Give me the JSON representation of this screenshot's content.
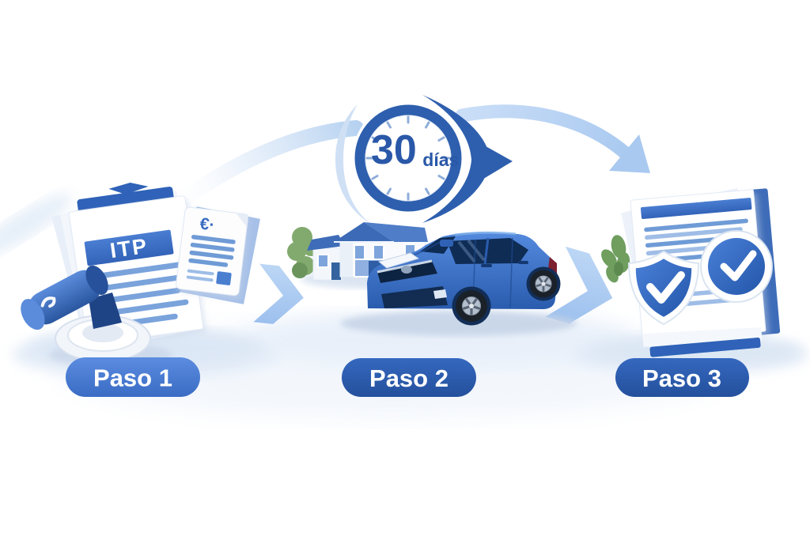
{
  "illustration": {
    "clock": {
      "value": "30",
      "unit": "días"
    },
    "steps": [
      {
        "label": "Paso 1",
        "document_text": "ITP",
        "euro_text": "€·",
        "icons": [
          "stamp-icon",
          "itp-document-icon",
          "euro-document-icon"
        ]
      },
      {
        "label": "Paso 2",
        "icons": [
          "house-icon",
          "car-icon",
          "bush-icon"
        ]
      },
      {
        "label": "Paso 3",
        "icons": [
          "documents-icon",
          "shield-check-icon",
          "badge-check-icon",
          "leaf-icon"
        ]
      }
    ],
    "colors": {
      "primary_blue": "#2a5ba8",
      "pill_light_blue": "#4a7fd4",
      "pill_dark_blue": "#2b5cb3",
      "arc_light_blue": "#b7d2f1",
      "chevron_blue": "#a9c8ef",
      "car_blue": "#3b74cc",
      "roof_blue": "#3e6cb8",
      "doc_line_blue": "#7aa3dc",
      "leaf_green": "#6f9e5f"
    }
  }
}
